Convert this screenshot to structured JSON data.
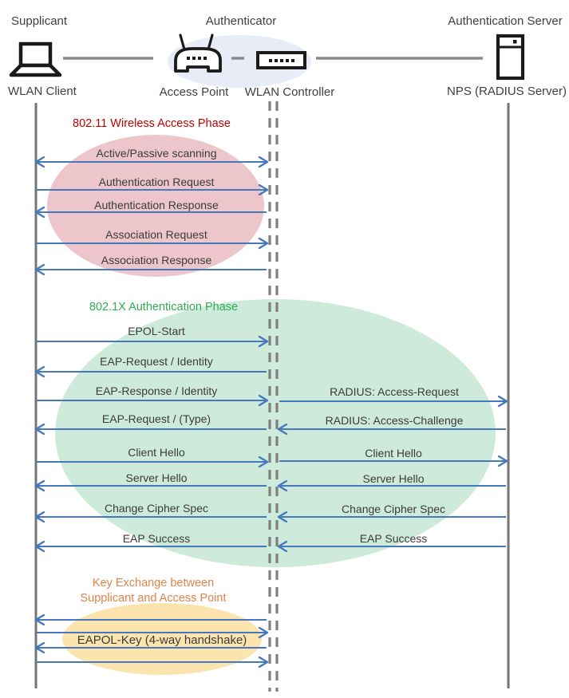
{
  "colors": {
    "arrow_blue": "#4678BE",
    "lifeline_gray": "#757575",
    "connector_gray": "#8a8a8a",
    "phase1_ellipse": "#ecc6cb",
    "phase2_ellipse": "#cdeada",
    "phase3_ellipse": "#fbe4ae",
    "header_ellipse": "#e8ecf6",
    "phase1_title_color": "#C00000",
    "phase2_title_color": "#2EAD52",
    "phase3_title_color": "#E0834A"
  },
  "header": {
    "roles": [
      {
        "label": "Supplicant"
      },
      {
        "label": "Authenticator"
      },
      {
        "label": "Authentication Server"
      }
    ],
    "devices": [
      {
        "label": "WLAN Client",
        "icon": "laptop-icon"
      },
      {
        "label": "Access Point",
        "icon": "access-point-icon"
      },
      {
        "label": "WLAN Controller",
        "icon": "wlan-controller-icon"
      },
      {
        "label": "NPS (RADIUS Server)",
        "icon": "server-icon"
      }
    ]
  },
  "phases": {
    "wireless_access": {
      "title": "802.11 Wireless Access Phase",
      "messages": [
        {
          "label": "Active/Passive scanning",
          "direction": "both"
        },
        {
          "label": "Authentication Request",
          "direction": "right"
        },
        {
          "label": "Authentication Response",
          "direction": "left"
        },
        {
          "label": "Association Request",
          "direction": "right"
        },
        {
          "label": "Association Response",
          "direction": "left"
        }
      ]
    },
    "authentication": {
      "title": "802.1X Authentication Phase",
      "client_messages": [
        {
          "label": "EPOL-Start",
          "direction": "right"
        },
        {
          "label": "EAP-Request / Identity",
          "direction": "left"
        },
        {
          "label": "EAP-Response / Identity",
          "direction": "right"
        },
        {
          "label": "EAP-Request / (Type)",
          "direction": "left"
        },
        {
          "label": "Client Hello",
          "direction": "right"
        },
        {
          "label": "Server Hello",
          "direction": "left"
        },
        {
          "label": "Change Cipher Spec",
          "direction": "left"
        },
        {
          "label": "EAP Success",
          "direction": "left"
        }
      ],
      "server_messages": [
        {
          "label": "RADIUS: Access-Request",
          "direction": "right"
        },
        {
          "label": "RADIUS: Access-Challenge",
          "direction": "left"
        },
        {
          "label": "Client Hello",
          "direction": "right"
        },
        {
          "label": "Server Hello",
          "direction": "left"
        },
        {
          "label": "Change Cipher Spec",
          "direction": "left"
        },
        {
          "label": "EAP Success",
          "direction": "left"
        }
      ]
    },
    "key_exchange": {
      "title_line1": "Key Exchange between",
      "title_line2": "Supplicant and Access Point",
      "message": "EAPOL-Key (4-way handshake)",
      "arrow_directions": [
        "left",
        "right",
        "left",
        "right"
      ]
    }
  }
}
